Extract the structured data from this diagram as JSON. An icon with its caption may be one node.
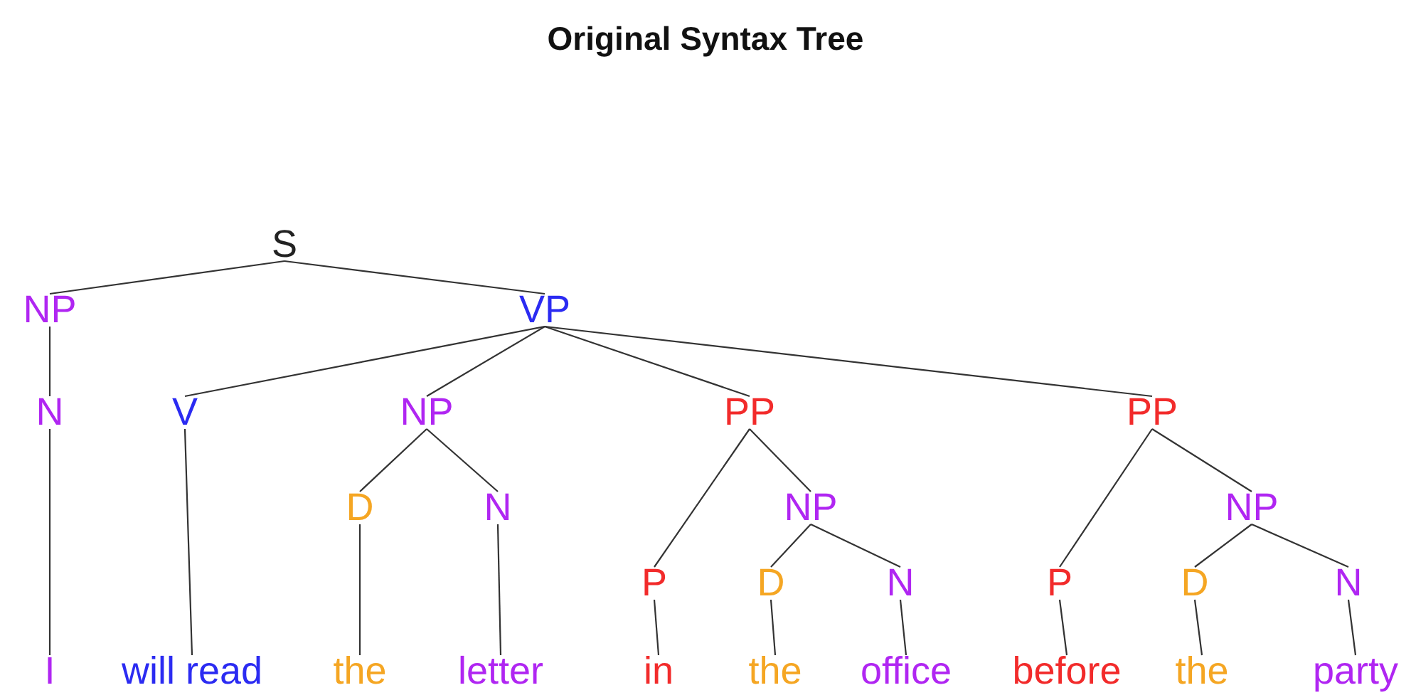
{
  "diagram": {
    "title": "Original Syntax Tree",
    "nodes": [
      {
        "text": [
          "S"
        ]
      },
      {
        "text": [
          "NP"
        ]
      },
      {
        "text": [
          "VP"
        ]
      },
      {
        "text": [
          "N"
        ]
      },
      {
        "text": [
          "V"
        ]
      },
      {
        "text": [
          "NP"
        ]
      },
      {
        "text": [
          "PP"
        ]
      },
      {
        "text": [
          "PP"
        ]
      },
      {
        "text": [
          "D"
        ]
      },
      {
        "text": [
          "N"
        ]
      },
      {
        "text": [
          "NP"
        ]
      },
      {
        "text": [
          "NP"
        ]
      },
      {
        "text": [
          "P"
        ]
      },
      {
        "text": [
          "D"
        ]
      },
      {
        "text": [
          "N"
        ]
      },
      {
        "text": [
          "P"
        ]
      },
      {
        "text": [
          "D"
        ]
      },
      {
        "text": [
          "N"
        ]
      },
      {
        "text": [
          "I"
        ]
      },
      {
        "text": [
          "will read"
        ]
      },
      {
        "text": [
          "the"
        ]
      },
      {
        "text": [
          "letter"
        ]
      },
      {
        "text": [
          "in"
        ]
      },
      {
        "text": [
          "the"
        ]
      },
      {
        "text": [
          "office"
        ]
      },
      {
        "text": [
          "before"
        ]
      },
      {
        "text": [
          "the"
        ]
      },
      {
        "text": [
          "party"
        ]
      }
    ],
    "edges": [
      {
        "from": 0,
        "to": 1,
        "arrow": "none"
      },
      {
        "from": 0,
        "to": 2,
        "arrow": "none"
      },
      {
        "from": 1,
        "to": 3,
        "arrow": "none"
      },
      {
        "from": 3,
        "to": 18,
        "arrow": "none"
      },
      {
        "from": 2,
        "to": 4,
        "arrow": "none"
      },
      {
        "from": 2,
        "to": 5,
        "arrow": "none"
      },
      {
        "from": 2,
        "to": 6,
        "arrow": "none"
      },
      {
        "from": 2,
        "to": 7,
        "arrow": "none"
      },
      {
        "from": 4,
        "to": 19,
        "arrow": "none"
      },
      {
        "from": 5,
        "to": 8,
        "arrow": "none"
      },
      {
        "from": 5,
        "to": 9,
        "arrow": "none"
      },
      {
        "from": 8,
        "to": 20,
        "arrow": "none"
      },
      {
        "from": 9,
        "to": 21,
        "arrow": "none"
      },
      {
        "from": 6,
        "to": 12,
        "arrow": "none"
      },
      {
        "from": 6,
        "to": 10,
        "arrow": "none"
      },
      {
        "from": 12,
        "to": 22,
        "arrow": "none"
      },
      {
        "from": 10,
        "to": 13,
        "arrow": "none"
      },
      {
        "from": 10,
        "to": 14,
        "arrow": "none"
      },
      {
        "from": 13,
        "to": 23,
        "arrow": "none"
      },
      {
        "from": 14,
        "to": 24,
        "arrow": "none"
      },
      {
        "from": 7,
        "to": 15,
        "arrow": "none"
      },
      {
        "from": 7,
        "to": 11,
        "arrow": "none"
      },
      {
        "from": 15,
        "to": 25,
        "arrow": "none"
      },
      {
        "from": 11,
        "to": 16,
        "arrow": "none"
      },
      {
        "from": 11,
        "to": 17,
        "arrow": "none"
      },
      {
        "from": 16,
        "to": 26,
        "arrow": "none"
      },
      {
        "from": 17,
        "to": 27,
        "arrow": "none"
      }
    ]
  }
}
